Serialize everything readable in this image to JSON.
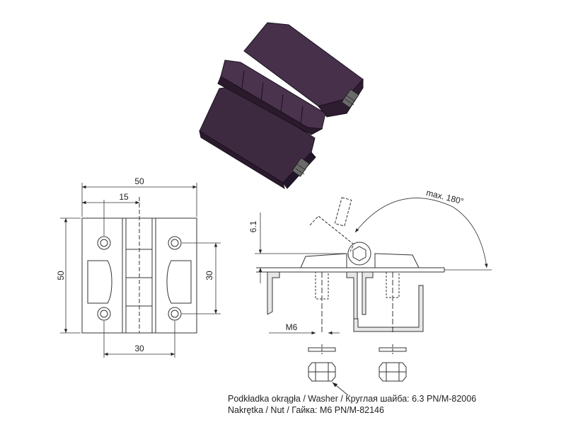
{
  "front_view": {
    "width_label": "50",
    "height_label": "50",
    "offset_label": "15",
    "hole_pitch_h_label": "30",
    "hole_pitch_v_label": "30"
  },
  "side_view": {
    "thickness_label": "6.1",
    "bolt_label": "M6",
    "angle_label": "max. 180°"
  },
  "notes": {
    "washer": "Podkładka okrągła / Washer / Круглая шайба:  6.3 PN/M-82006",
    "nut": "Nakrętka / Nut / Гайка:  M6 PN/M-82146"
  },
  "colors": {
    "hinge_body": "#3e2a40",
    "hinge_edge": "#1a1020",
    "line": "#333333"
  }
}
